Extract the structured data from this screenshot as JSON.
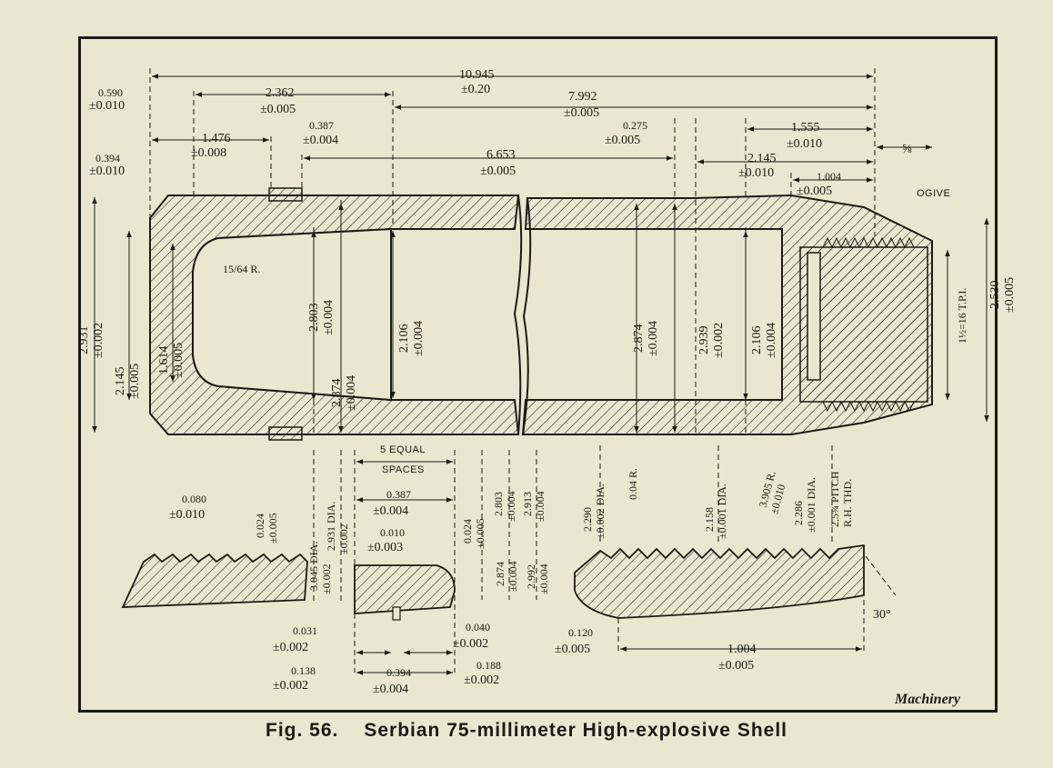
{
  "figure": {
    "number": "Fig. 56.",
    "title": "Serbian 75-millimeter High-explosive Shell",
    "credit": "Machinery"
  },
  "labels": {
    "ogive": "OGIVE",
    "radius_15_64": "15/64 R.",
    "thread_spec": "1½=16 T.P.I.",
    "equal_spaces_1": "5 EQUAL",
    "equal_spaces_2": "SPACES",
    "angle_30": "30°",
    "r_004": "0.04 R.",
    "pitch": "2.5¾ PITCH",
    "rh_thd": "R.H. THD."
  },
  "dims": {
    "d10945": [
      "10.945",
      "±0.20"
    ],
    "d0590": [
      "0.590",
      "±0.010"
    ],
    "d2362": [
      "2.362",
      "±0.005"
    ],
    "d7992": [
      "7.992",
      "±0.005"
    ],
    "d1476": [
      "1.476",
      "±0.008"
    ],
    "d0387a": [
      "0.387",
      "±0.004"
    ],
    "d0275": [
      "0.275",
      "±0.005"
    ],
    "d1555": [
      "1.555",
      "±0.010"
    ],
    "d0394a": [
      "0.394",
      "±0.010"
    ],
    "d6653": [
      "6.653",
      "±0.005"
    ],
    "d2145a": [
      "2.145",
      "±0.010"
    ],
    "d1004a": [
      "1.004",
      "±0.005"
    ],
    "d58": [
      "⅝"
    ],
    "d2931a": [
      "2.931",
      "±0.002"
    ],
    "d2145b": [
      "2.145",
      "±0.005"
    ],
    "d1614": [
      "1.614",
      "±0.005"
    ],
    "d2803a": [
      "2.803",
      "±0.004"
    ],
    "d2874a": [
      "2.874",
      "±0.004"
    ],
    "d2106a": [
      "2.106",
      "±0.004"
    ],
    "d2874b": [
      "2.874",
      "±0.004"
    ],
    "d2939": [
      "2.939",
      "±0.002"
    ],
    "d2106b": [
      "2.106",
      "±0.004"
    ],
    "d2530": [
      "2.530",
      "±0.005"
    ],
    "d0080": [
      "0.080",
      "±0.010"
    ],
    "d0024a": [
      "0.024",
      "±0.005"
    ],
    "d3045": [
      "3.045 DIA.",
      "±0.002"
    ],
    "d2931b": [
      "2.931 DIA.",
      "±0.002"
    ],
    "d0387b": [
      "0.387",
      "±0.004"
    ],
    "d0010": [
      "0.010",
      "±0.003"
    ],
    "d0024b": [
      "0.024",
      "±0.005"
    ],
    "d2803b": [
      "2.803",
      "±0.004"
    ],
    "d2874c": [
      "2.874",
      "±0.004"
    ],
    "d2913": [
      "2.913",
      "±0.004"
    ],
    "d2992": [
      "2.992",
      "±0.004"
    ],
    "d0031": [
      "0.031",
      "±0.002"
    ],
    "d0040": [
      "0.040",
      "±0.002"
    ],
    "d0138": [
      "0.138",
      "±0.002"
    ],
    "d0394b": [
      "0.394",
      "±0.004"
    ],
    "d0188": [
      "0.188",
      "±0.002"
    ],
    "d2290": [
      "2.290",
      "±0.002 DIA."
    ],
    "d2158": [
      "2.158",
      "±0.001 DIA."
    ],
    "d3905": [
      "3.905 R.",
      "±0.010"
    ],
    "d2286": [
      "2.286",
      "±0.001 DIA."
    ],
    "d0120": [
      "0.120",
      "±0.005"
    ],
    "d1004b": [
      "1.004",
      "±0.005"
    ]
  }
}
